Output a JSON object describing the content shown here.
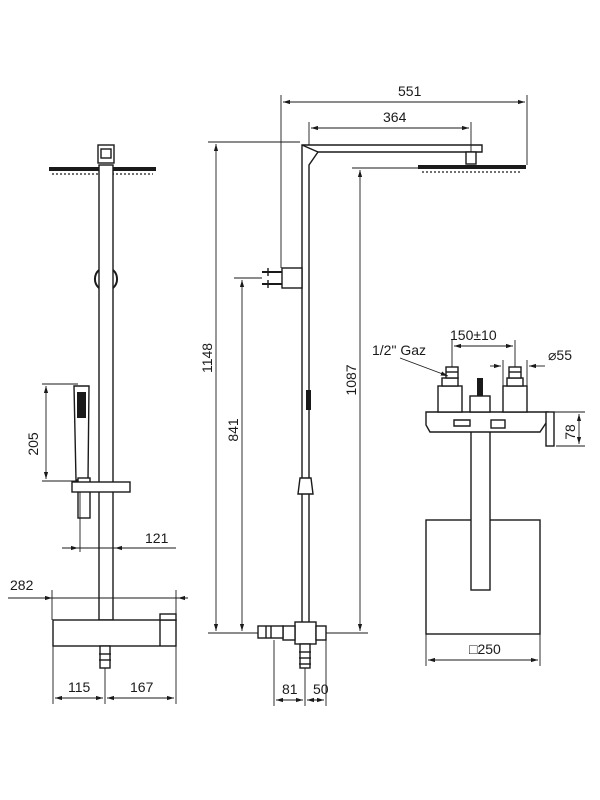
{
  "dimensions": {
    "d551": "551",
    "d364": "364",
    "d1148": "1148",
    "d1087": "1087",
    "d841": "841",
    "d205": "205",
    "d121": "121",
    "d282": "282",
    "d115": "115",
    "d167": "167",
    "d81": "81",
    "d50": "50",
    "d150": "150±10",
    "d55": "⌀55",
    "d78": "78",
    "d250": "□250"
  },
  "labels": {
    "gaz": "1/2\" Gaz"
  }
}
